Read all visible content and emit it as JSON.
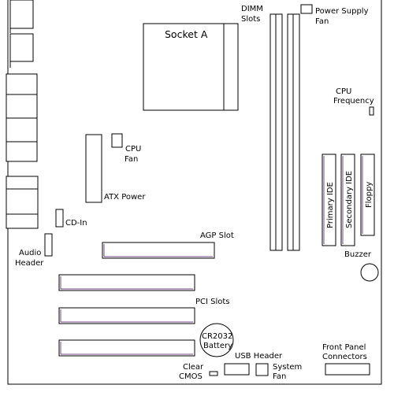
{
  "labels": {
    "socket": "Socket A",
    "dimm_line1": "DIMM",
    "dimm_line2": "Slots",
    "psu_fan_line1": "Power Supply",
    "psu_fan_line2": "Fan",
    "cpu_freq_line1": "CPU",
    "cpu_freq_line2": "Frequency",
    "cpu_fan_line1": "CPU",
    "cpu_fan_line2": "Fan",
    "atx_power": "ATX Power",
    "primary_ide": "Primary IDE",
    "secondary_ide": "Secondary IDE",
    "floppy": "Floppy",
    "cd_in": "CD-In",
    "audio_line1": "Audio",
    "audio_line2": "Header",
    "agp": "AGP Slot",
    "buzzer": "Buzzer",
    "pci": "PCI Slots",
    "battery_line1": "CR2032",
    "battery_line2": "Battery",
    "front_panel_line1": "Front Panel",
    "front_panel_line2": "Connectors",
    "usb": "USB Header",
    "sys_fan_line1": "System",
    "sys_fan_line2": "Fan",
    "clear_cmos_line1": "Clear",
    "clear_cmos_line2": "CMOS"
  },
  "colors": {
    "outline": "#000000",
    "slot_accent": "#7a4a8a"
  }
}
